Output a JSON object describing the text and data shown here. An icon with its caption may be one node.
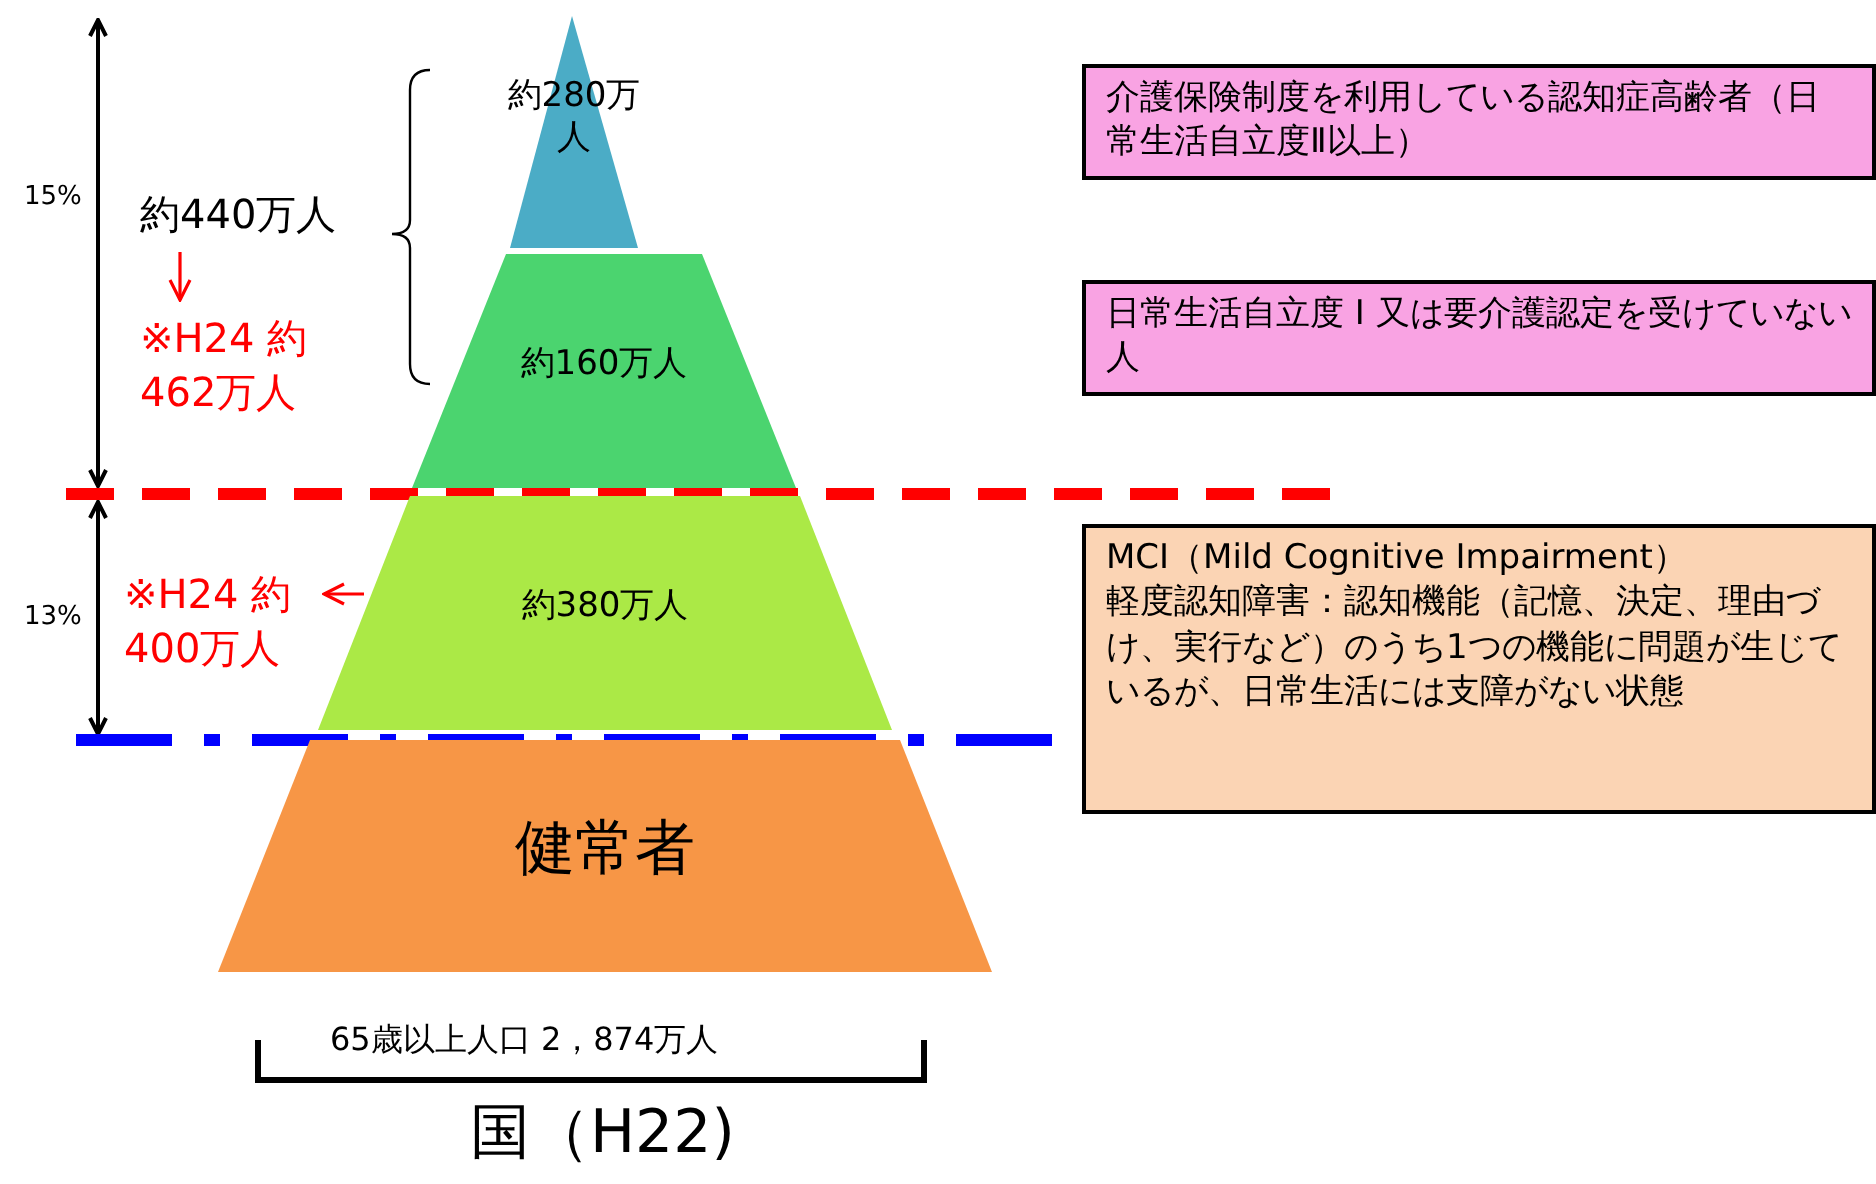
{
  "diagram": {
    "nodes": [
      {
        "text": [
          "約280万人"
        ]
      },
      {
        "text": [
          "約160万人"
        ]
      },
      {
        "text": [
          "約380万人"
        ]
      },
      {
        "text": [
          "健常者"
        ]
      },
      {
        "text": [
          "介護保険制度を利用している認知症高齢者（日常生活自立度Ⅱ以上）"
        ]
      },
      {
        "text": [
          "日常生活自立度 Ⅰ 又は要介護認定を受けていない人"
        ]
      },
      {
        "text": [
          "MCI（Mild Cognitive Impairment）",
          "軽度認知障害：認知機能（記憶、決定、理由づけ、実行など）のうち1つの機能に問題が生じているが、日常生活には支障がない状態"
        ]
      },
      {
        "text": [
          "約440万人"
        ]
      },
      {
        "text": [
          "※H24 約462万人"
        ]
      },
      {
        "text": [
          "※H24 約400万人"
        ]
      }
    ],
    "edges": [
      {
        "from": 7,
        "to": 8,
        "arrow": "to"
      },
      {
        "from": 2,
        "to": 9,
        "arrow": "to"
      }
    ],
    "labels": [
      "15%",
      "13%",
      "65歳以上人口 2，874万人",
      "国（H22)"
    ]
  }
}
